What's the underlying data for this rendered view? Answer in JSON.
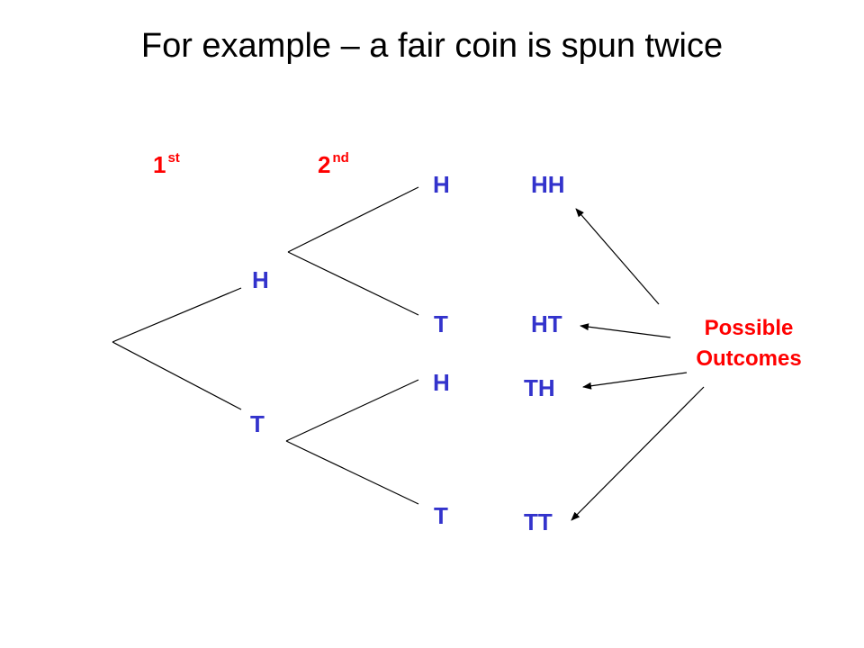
{
  "title": "For example – a fair coin is spun twice",
  "stage_headers": {
    "first": {
      "number": "1",
      "suffix": "st"
    },
    "second": {
      "number": "2",
      "suffix": "nd"
    }
  },
  "first_spin": [
    "H",
    "T"
  ],
  "second_spin": {
    "after_H": [
      "H",
      "T"
    ],
    "after_T": [
      "H",
      "T"
    ]
  },
  "outcomes": [
    "HH",
    "HT",
    "TH",
    "TT"
  ],
  "outcomes_label": {
    "line1": "Possible",
    "line2": "Outcomes"
  },
  "colors": {
    "title": "#000000",
    "headers": "#ff0000",
    "branch_labels": "#3333cc",
    "outcomes_label": "#ff0000",
    "lines": "#000000"
  }
}
